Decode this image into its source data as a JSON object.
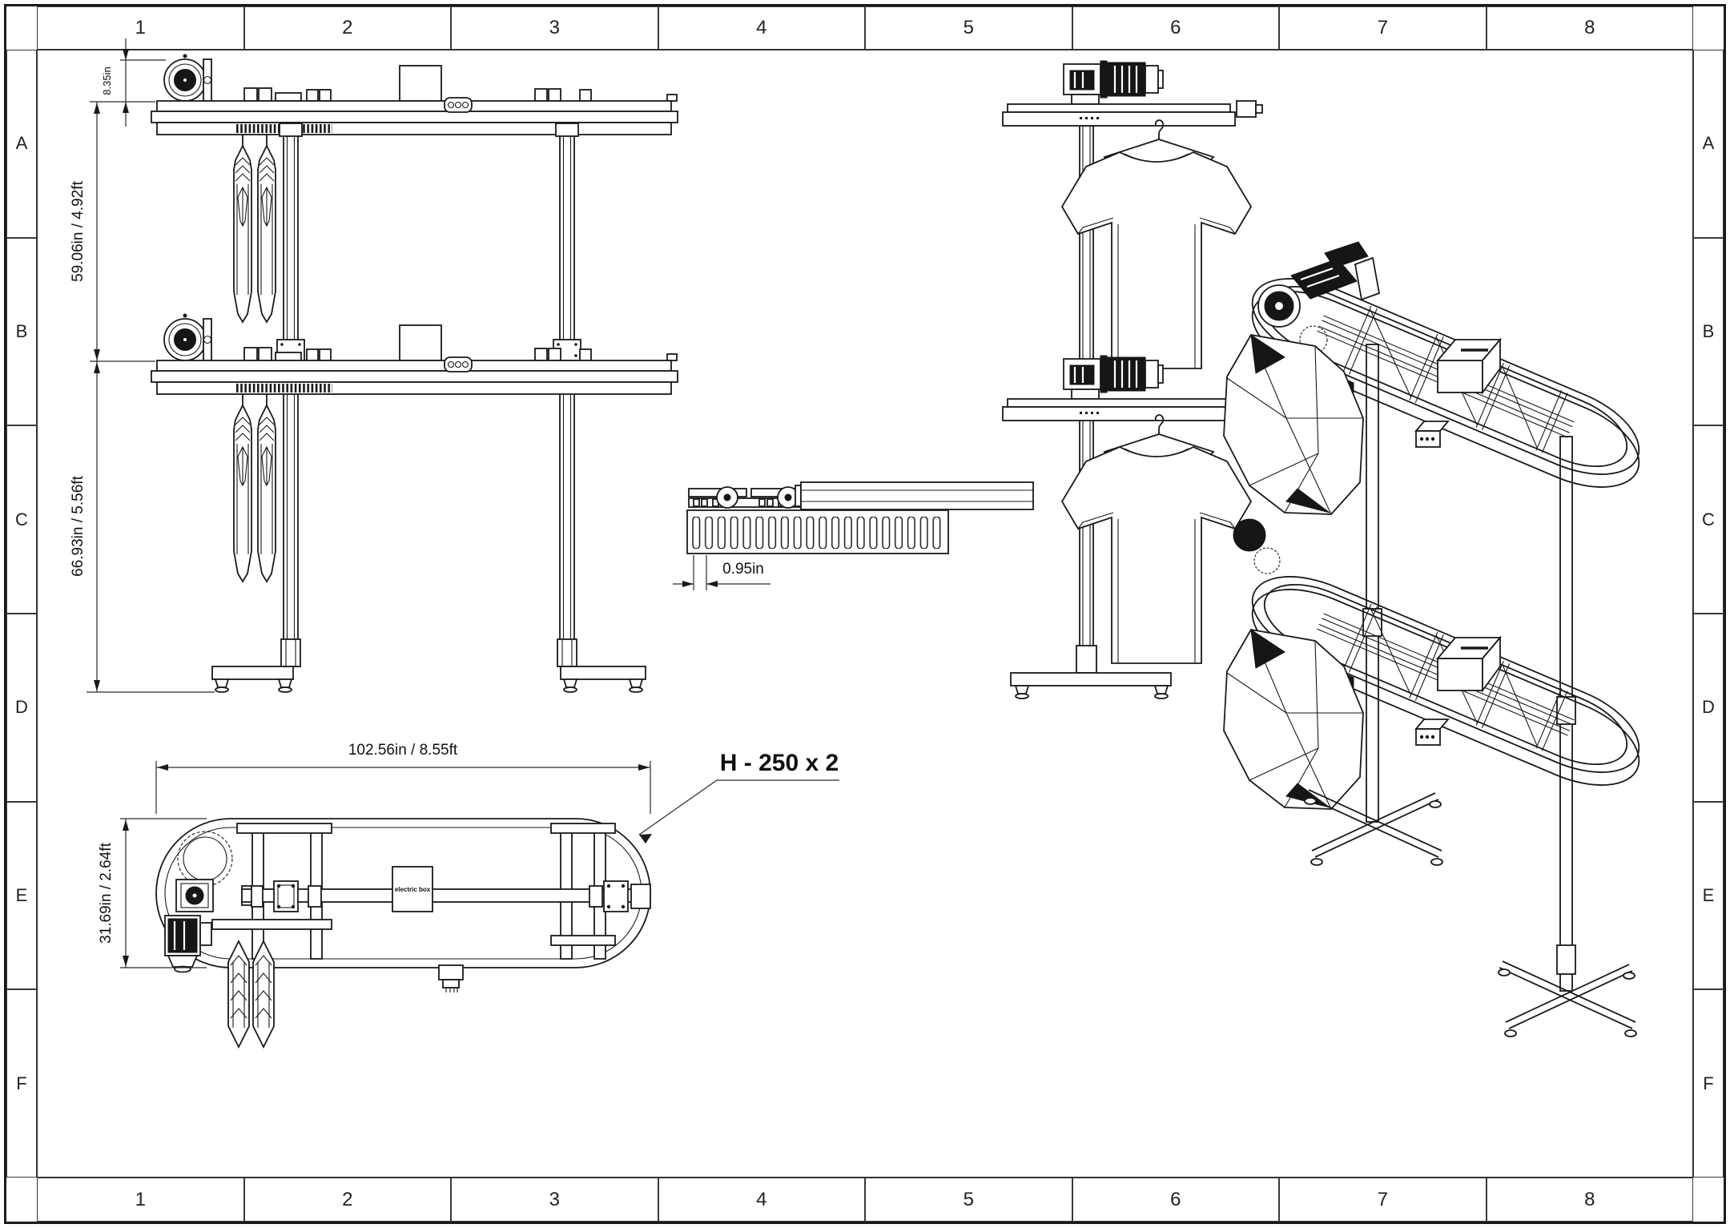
{
  "sheet": {
    "border": {
      "cols": [
        "1",
        "2",
        "3",
        "4",
        "5",
        "6",
        "7",
        "8"
      ],
      "rows": [
        "A",
        "B",
        "C",
        "D",
        "E",
        "F"
      ]
    }
  },
  "views": {
    "front": {
      "dims": {
        "motor_height": "8.35in",
        "upper_tier_height": "59.06in / 4.92ft",
        "lower_tier_height": "66.93in / 5.56ft"
      }
    },
    "detail": {
      "dims": {
        "slot_pitch": "0.95in"
      }
    },
    "plan": {
      "dims": {
        "length": "102.56in / 8.55ft",
        "width": "31.69in / 2.64ft"
      },
      "labels": {
        "electric_box": "electric box",
        "capacity": "H - 250 x 2"
      }
    }
  },
  "colors": {
    "line": "#1a1a1a",
    "dark_fill": "#141414",
    "paper": "#ffffff"
  }
}
